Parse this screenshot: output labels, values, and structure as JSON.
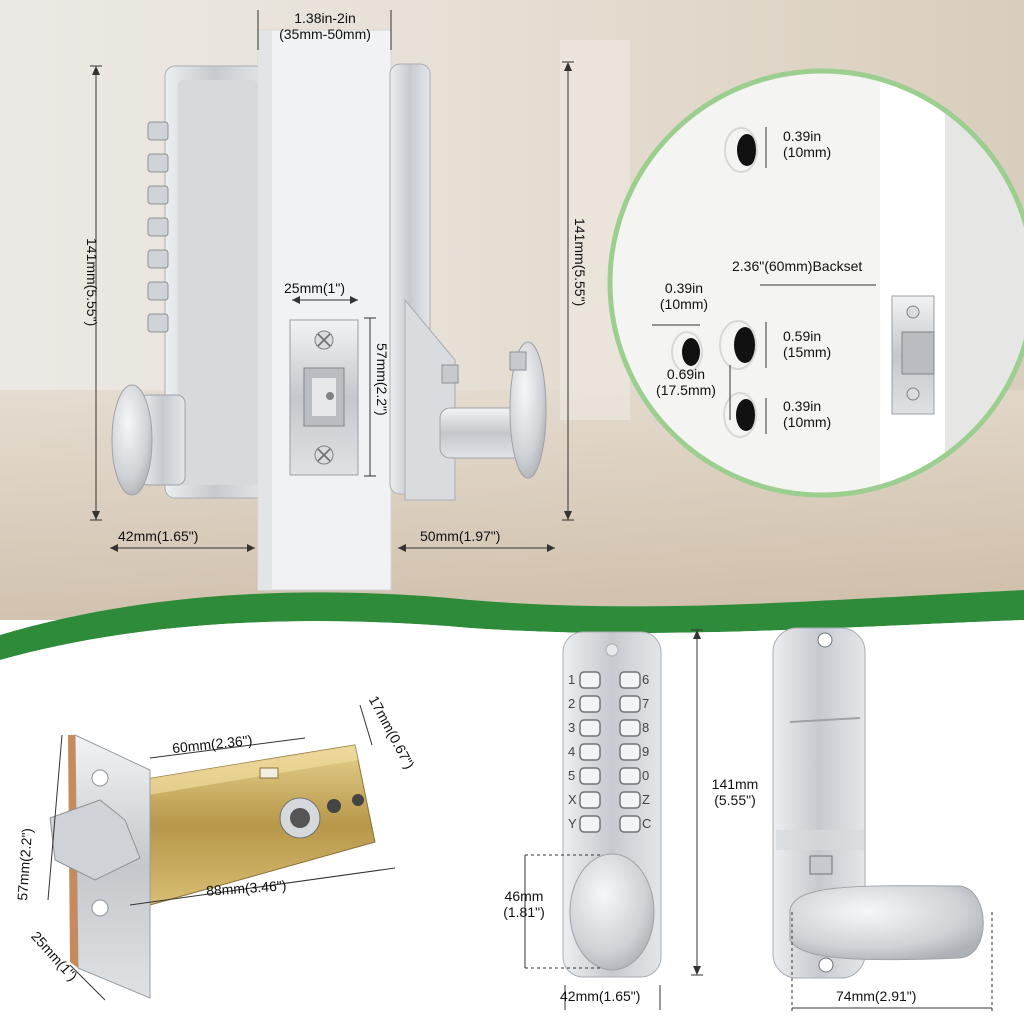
{
  "top": {
    "door_thickness": [
      "1.38in-2in",
      "(35mm-50mm)"
    ],
    "lock_height_left": "141mm(5.55\")",
    "lock_height_right": "141mm(5.55\")",
    "latch_plate_width": "25mm(1\")",
    "latch_plate_height": "57mm(2.2\")",
    "left_knob_depth": "42mm(1.65\")",
    "right_knob_depth": "50mm(1.97\")"
  },
  "drill_guide": {
    "top_hole": [
      "0.39in",
      "(10mm)"
    ],
    "backset": "2.36\"(60mm)Backset",
    "side_hole": [
      "0.39in",
      "(10mm)"
    ],
    "middle_hole": [
      "0.59in",
      "(15mm)"
    ],
    "spacing": [
      "0.69in",
      "(17.5mm)"
    ],
    "bottom_hole": [
      "0.39in",
      "(10mm)"
    ]
  },
  "latch": {
    "backset_length": "60mm(2.36\")",
    "width": "17mm(0.67\")",
    "faceplate_height": "57mm(2.2\")",
    "total_length": "88mm(3.46\")",
    "faceplate_width": "25mm(1\")"
  },
  "keypad": {
    "height": [
      "141mm",
      "(5.55\")"
    ],
    "knob_height": [
      "46mm",
      "(1.81\")"
    ],
    "width": "42mm(1.65\")",
    "left_keys": [
      "1",
      "2",
      "3",
      "4",
      "5",
      "X",
      "Y"
    ],
    "right_keys": [
      "6",
      "7",
      "8",
      "9",
      "0",
      "Z",
      "C"
    ]
  },
  "back_unit": {
    "lever_length": "74mm(2.91\")"
  },
  "colors": {
    "accent_green": "#2e8b3a",
    "metal": "#c9ccd0",
    "brass": "#c8a85a"
  }
}
